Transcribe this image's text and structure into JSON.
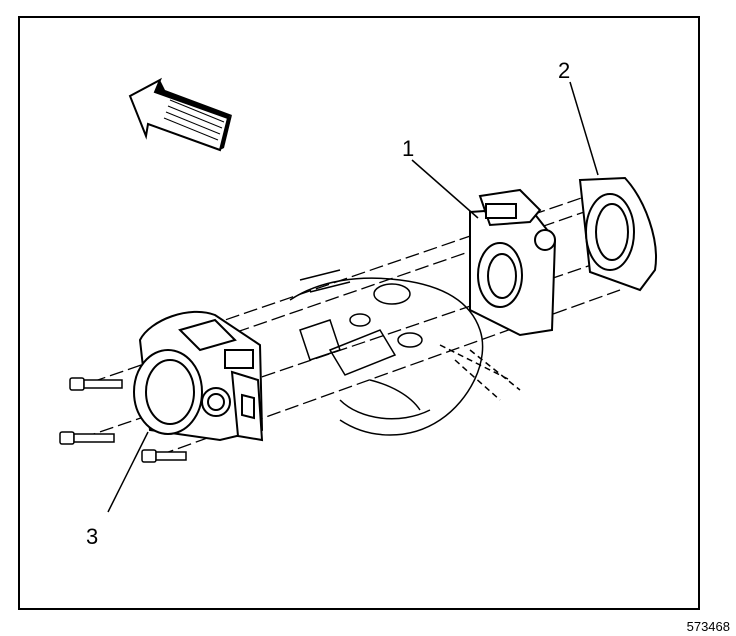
{
  "diagram": {
    "callouts": [
      {
        "id": "1",
        "label": "1"
      },
      {
        "id": "2",
        "label": "2"
      },
      {
        "id": "3",
        "label": "3"
      }
    ],
    "figure_number": "573468"
  },
  "colors": {
    "line": "#000000",
    "background": "#ffffff"
  },
  "icons": {
    "direction_arrow": "arrow-left-up-icon"
  }
}
